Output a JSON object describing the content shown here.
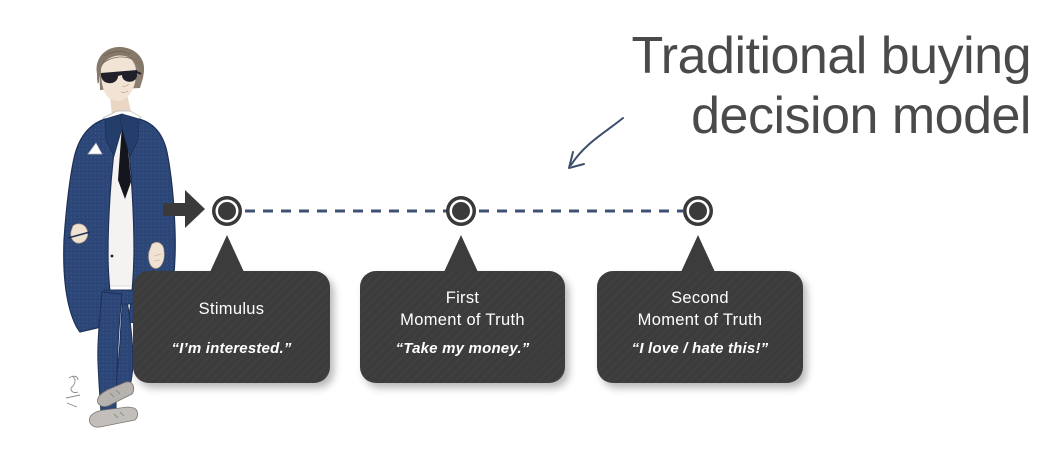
{
  "slide": {
    "title_line1": "Traditional buying",
    "title_line2": "decision model"
  },
  "timeline": {
    "stages": [
      {
        "name": "Stimulus",
        "quote": "“I’m interested.”"
      },
      {
        "name": "First\nMoment of Truth",
        "quote": "“Take my money.”"
      },
      {
        "name": "Second\nMoment of Truth",
        "quote": "“I love / hate this!”"
      }
    ]
  },
  "icons": {
    "flow_start": "right-block-arrow",
    "title_pointer": "curved-arrow",
    "illustration": "man-in-navy-suit-sketch"
  },
  "colors": {
    "title_text": "#4a4a4a",
    "bubble_bg": "#3c3c3c",
    "bubble_text": "#ffffff",
    "timeline_line": "#3d5170",
    "arrow_and_dots": "#3a3a3a",
    "suit_navy": "#2c4677"
  }
}
